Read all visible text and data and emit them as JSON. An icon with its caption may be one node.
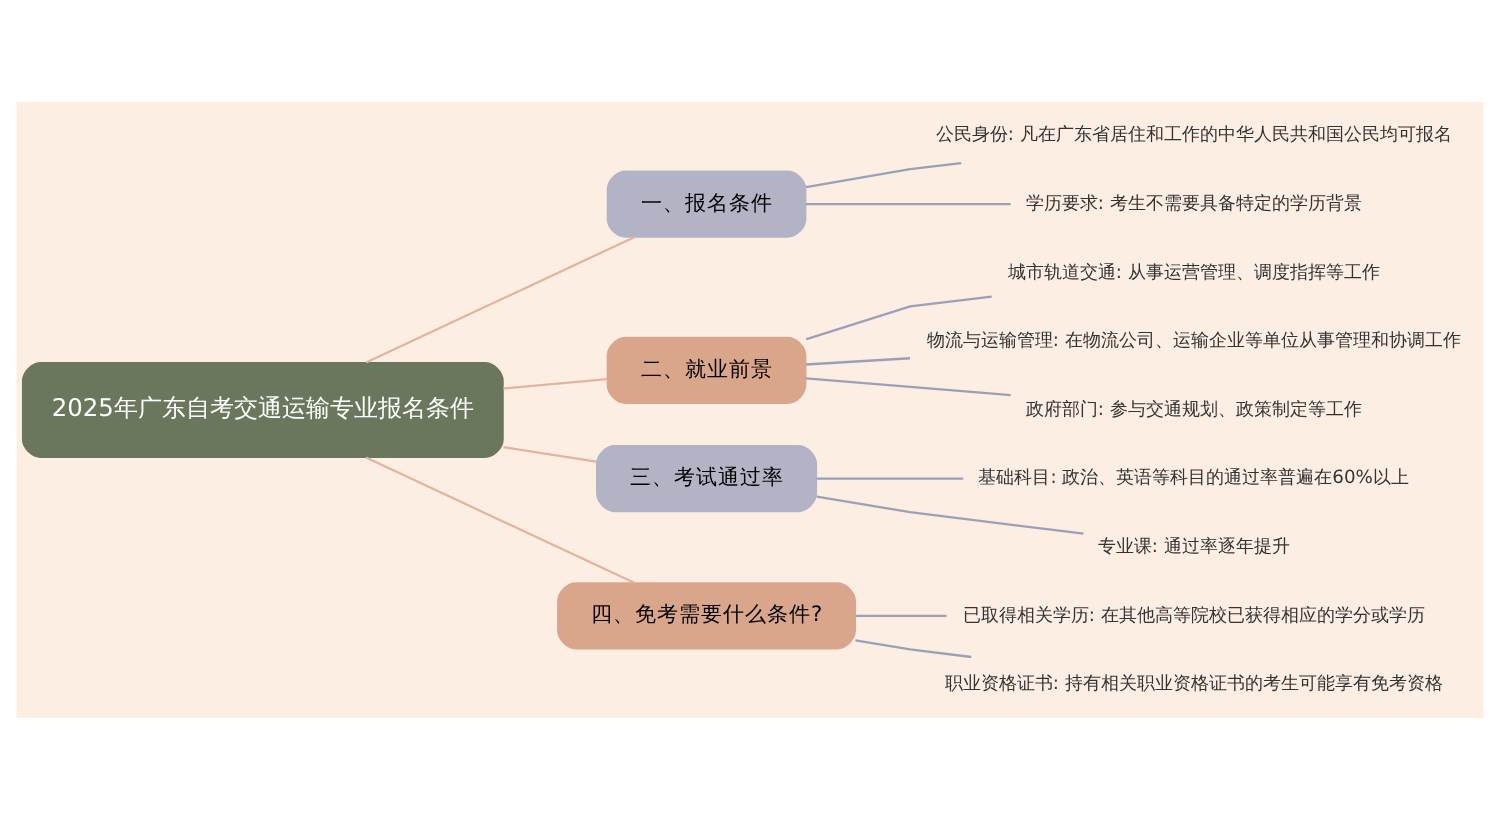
{
  "diagram": {
    "nodes": [
      {
        "text": [
          "2025年广东自考交通运输专业报名条件"
        ]
      },
      {
        "text": [
          "一、报名条件"
        ]
      },
      {
        "text": [
          "公民身份: 凡在广东省居住和工作的中华人民共和国公民均可报名"
        ]
      },
      {
        "text": [
          "学历要求: 考生不需要具备特定的学历背景"
        ]
      },
      {
        "text": [
          "二、就业前景"
        ]
      },
      {
        "text": [
          "城市轨道交通: 从事运营管理、调度指挥等工作"
        ]
      },
      {
        "text": [
          "物流与运输管理: 在物流公司、运输企业等单位从事管理和协调工作"
        ]
      },
      {
        "text": [
          "政府部门: 参与交通规划、政策制定等工作"
        ]
      },
      {
        "text": [
          "三、考试通过率"
        ]
      },
      {
        "text": [
          "基础科目: 政治、英语等科目的通过率普遍在60%以上"
        ]
      },
      {
        "text": [
          "专业课: 通过率逐年提升"
        ]
      },
      {
        "text": [
          "四、免考需要什么条件?"
        ]
      },
      {
        "text": [
          "已取得相关学历: 在其他高等院校已获得相应的学分或学历"
        ]
      },
      {
        "text": [
          "职业资格证书: 持有相关职业资格证书的考生可能享有免考资格"
        ]
      }
    ],
    "edges": [
      {
        "from": 0,
        "to": 1,
        "arrow": "none",
        "color": "#e2b49e"
      },
      {
        "from": 1,
        "to": 2,
        "arrow": "none"
      },
      {
        "from": 1,
        "to": 3,
        "arrow": "none"
      },
      {
        "from": 0,
        "to": 4,
        "arrow": "none",
        "color": "#e2b49e"
      },
      {
        "from": 4,
        "to": 5,
        "arrow": "none"
      },
      {
        "from": 4,
        "to": 6,
        "arrow": "none"
      },
      {
        "from": 4,
        "to": 7,
        "arrow": "none"
      },
      {
        "from": 0,
        "to": 8,
        "arrow": "none",
        "color": "#e2b49e"
      },
      {
        "from": 8,
        "to": 9,
        "arrow": "none"
      },
      {
        "from": 8,
        "to": 10,
        "arrow": "none"
      },
      {
        "from": 0,
        "to": 11,
        "arrow": "none",
        "color": "#e2b49e"
      },
      {
        "from": 11,
        "to": 12,
        "arrow": "none"
      },
      {
        "from": 11,
        "to": 13,
        "arrow": "none"
      }
    ]
  }
}
